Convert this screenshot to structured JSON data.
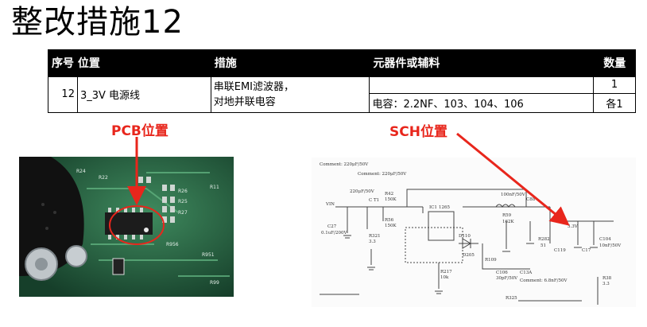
{
  "title": "整改措施12",
  "table": {
    "headers": {
      "seq_position": "序号 位置",
      "measure": "措施",
      "material": "元器件或辅料",
      "quantity": "数量"
    },
    "row": {
      "seq": "12",
      "position": "3_3V 电源线",
      "measure_line1": "串联EMI滤波器，",
      "measure_line2": "对地并联电容",
      "material_line1": "",
      "material_line2": "电容：2.2NF、103、104、106",
      "quantity_line1": "1",
      "quantity_line2": "各1"
    }
  },
  "callouts": {
    "pcb": "PCB位置",
    "sch": "SCH位置"
  },
  "photos": {
    "pcb_labels": [
      "R24",
      "R22",
      "R26",
      "R25",
      "R27",
      "R11",
      "R956",
      "R951",
      "R99"
    ],
    "sch_labels": [
      "Comment: 220μF/50V",
      "Comment: 220μF/50V",
      "C27",
      "0.1uF/200V",
      "VIN",
      "C T1",
      "220μF/50V",
      "R42",
      "150K",
      "R56",
      "150K",
      "R321",
      "3.3",
      "IC1",
      "1265",
      "D110",
      "D205",
      "R217",
      "10k",
      "R109",
      "C106",
      "30pF/50V",
      "C13A",
      "Comment: 6.8nF/50V",
      "R59",
      "162K",
      "C88",
      "100nF/50V",
      "R282",
      "51",
      "C119",
      "C104",
      "10nF/50V",
      "C17",
      "3.3V",
      "R38",
      "3.3",
      "R325"
    ]
  },
  "colors": {
    "header_bg": "#000000",
    "header_text": "#ffffff",
    "callout": "#e8261c"
  }
}
